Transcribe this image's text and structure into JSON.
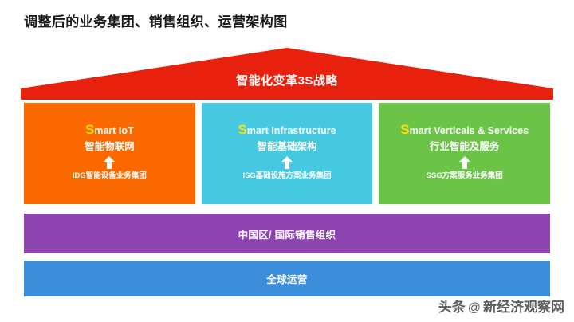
{
  "title": "调整后的业务集团、销售组织、运营架构图",
  "roof": {
    "label": "智能化变革3S战略",
    "color": "#E8200E"
  },
  "pillars": [
    {
      "id": "smart-iot",
      "en_initial": "S",
      "en_rest": "mart IoT",
      "cn": "智能物联网",
      "arrow": "up-arrow-icon",
      "sub": "IDG智能设备业务集团",
      "color": "#FA6800"
    },
    {
      "id": "smart-infrastructure",
      "en_initial": "S",
      "en_rest": "mart Infrastructure",
      "cn": "智能基础架构",
      "arrow": "up-arrow-icon",
      "sub": "ISG基础设施方案业务集团",
      "color": "#45C8E0"
    },
    {
      "id": "smart-verticals-services",
      "en_initial": "S",
      "en_rest": "mart Verticals & Services",
      "cn": "行业智能及服务",
      "arrow": "up-arrow-icon",
      "sub": "SSG方案服务业务集团",
      "color": "#6BC348"
    }
  ],
  "bars": [
    {
      "id": "sales-organization",
      "label": "中国区/ 国际销售组织",
      "color": "#8B44B0"
    },
    {
      "id": "global-operations",
      "label": "全球运营",
      "color": "#3C8DDA"
    }
  ],
  "watermark": {
    "brand": "头条",
    "at": "@",
    "account": "新经济观察网"
  },
  "accent": {
    "initial_letter": "#FFE000",
    "text_on_color": "#FFFFFF",
    "title_color": "#1A1A1A"
  }
}
